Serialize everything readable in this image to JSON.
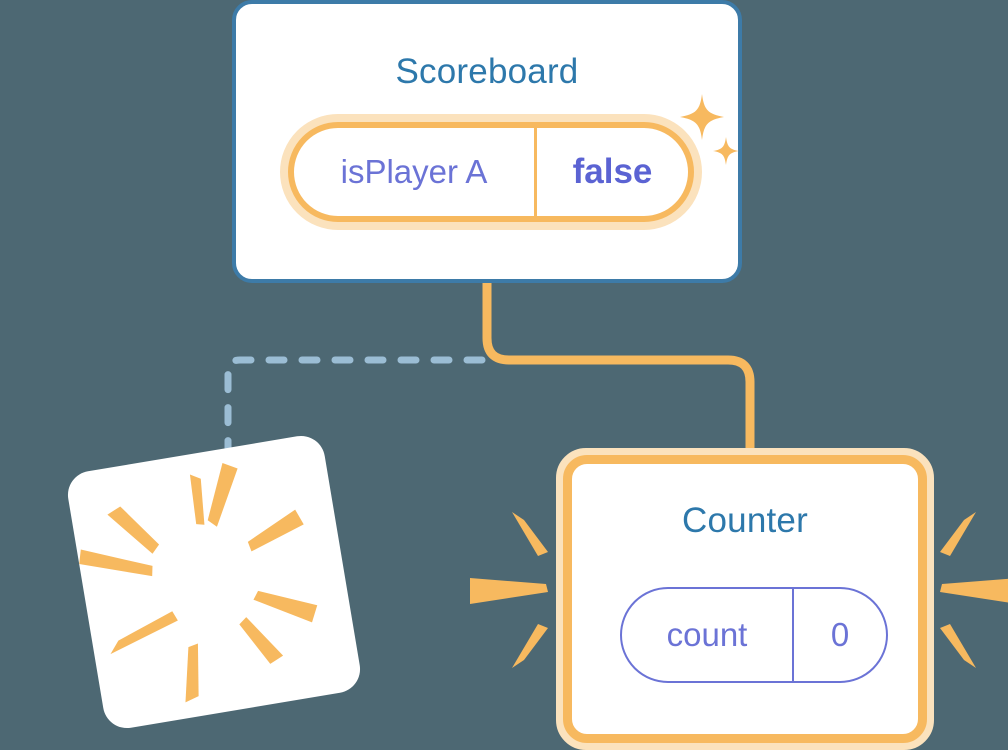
{
  "diagram": {
    "background_color": "#4d6873",
    "accent_orange": "#f7b95f",
    "accent_orange_pale": "#fbe2bd",
    "accent_blue": "#3d7ba8",
    "accent_periwinkle": "#6b73d6",
    "title_blue": "#2d78ab",
    "dashed_blue": "#9bbdd4"
  },
  "scoreboard": {
    "title": "Scoreboard",
    "state": {
      "key": "isPlayer A",
      "value": "false"
    },
    "highlighted": true,
    "sparkle_count": 2
  },
  "counter": {
    "title": "Counter",
    "state": {
      "key": "count",
      "value": "0"
    },
    "highlighted": true,
    "ray_count_left": 3,
    "ray_count_right": 3
  },
  "burst_card": {
    "label": "",
    "rotation_deg": -9.5,
    "ray_count": 9
  },
  "connections": [
    {
      "name": "scoreboard-to-counter",
      "style": "solid",
      "color": "#f7b95f",
      "from": "scoreboard",
      "to": "counter"
    },
    {
      "name": "scoreboard-to-burst-card",
      "style": "dashed",
      "color": "#9bbdd4",
      "from": "scoreboard",
      "to": "burst-card"
    }
  ]
}
